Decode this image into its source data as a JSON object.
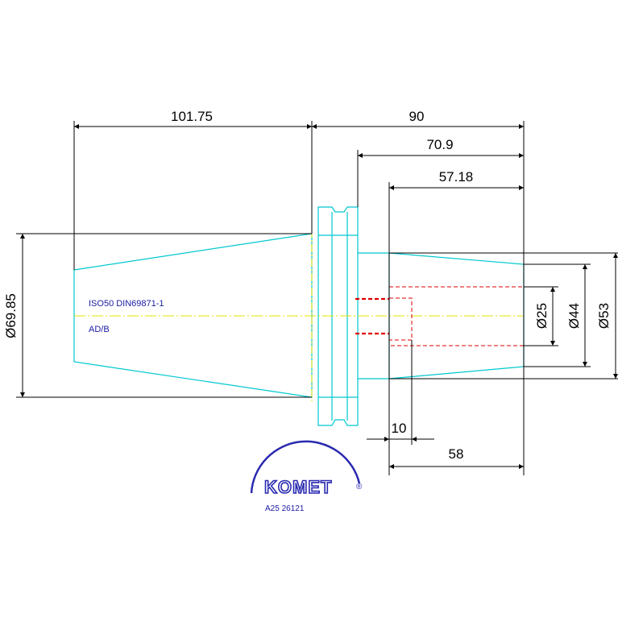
{
  "dimensions": {
    "taper_length": "101.75",
    "overall_length": "90",
    "length_70_9": "70.9",
    "length_57_18": "57.18",
    "taper_diameter": "Ø69.85",
    "bore_diameter": "Ø25",
    "diameter_44": "Ø44",
    "diameter_53": "Ø53",
    "screw_offset": "10",
    "bore_depth": "58"
  },
  "notes": {
    "standard": "ISO50 DIN69871-1",
    "form": "AD/B"
  },
  "logo": {
    "brand": "KOMET",
    "mark": "®"
  },
  "part_number": "A25 26121",
  "colors": {
    "outline": "#00c8d0",
    "dimension": "#000000",
    "centerline": "#e6e600",
    "hidden": "#e00000",
    "note": "#1a1aa6",
    "logo": "#2a2ab0"
  }
}
